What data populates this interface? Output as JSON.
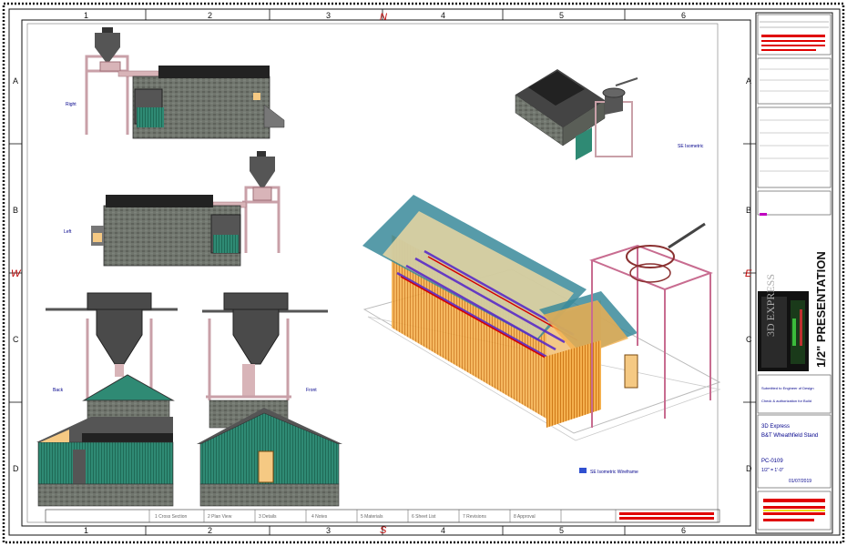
{
  "grid": {
    "columns": [
      "1",
      "2",
      "3",
      "4",
      "5",
      "6"
    ],
    "rows": [
      "A",
      "B",
      "C",
      "D"
    ],
    "north": "N",
    "south": "S",
    "west": "W",
    "east": "E"
  },
  "views": {
    "right": "Right",
    "left": "Left",
    "back": "Back",
    "front": "Front",
    "perspective": "SE Isometric",
    "wireframe": "SE Isometric Wireframe"
  },
  "footer": {
    "cells": [
      "1 Cross Section",
      "2 Plan View",
      "3 Details",
      "4 Notes",
      "5 Materials",
      "6 Sheet List",
      "7 Revisions",
      "8 Approval"
    ]
  },
  "title_block": {
    "presentation": "1/2\" PRESENTATION",
    "logo_text": "3D EXPRESS",
    "design_note": "Submitted to Engineer of Design",
    "approval_note": "Check & authorization for Build",
    "company": "3D Express",
    "project": "B&T Wheathfield Stand",
    "sheet_no": "PC-0109",
    "scale_note": "1/2\" = 1'-0\"",
    "date": "01/07/2019"
  },
  "colors": {
    "stone": "#6b6f67",
    "roof_green": "#2f8a74",
    "hopper": "#4a4a4a",
    "pink_frame": "#c9a0a8",
    "wood": "#f0a040",
    "teal": "#3a8a9a",
    "red_note": "#e00000"
  }
}
